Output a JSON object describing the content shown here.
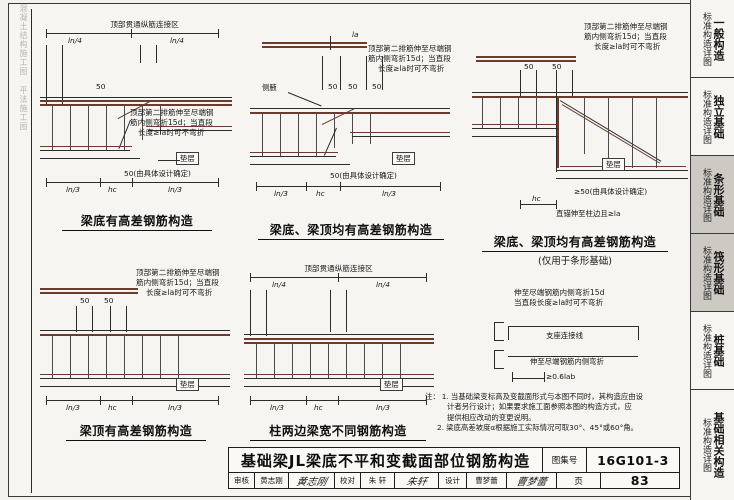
{
  "document": {
    "atlas_label": "图集号",
    "atlas_number": "16G101-3",
    "page_label": "页",
    "page_number": "83",
    "main_title": "基础梁JL梁底不平和变截面部位钢筋构造",
    "spine_text": "混凝土结构施工图 平法施工图"
  },
  "approval": {
    "review_label": "审核",
    "review_name": "黄志刚",
    "review_sign": "黄志刚",
    "check_label": "校对",
    "check_name": "朱 轩",
    "check_sign": "朱轩",
    "design_label": "设计",
    "design_name": "曹梦蕾",
    "design_sign": "曹梦蕾"
  },
  "tabs": [
    {
      "sub": "标准构造详图",
      "main": "一般构造",
      "shaded": false
    },
    {
      "sub": "标准构造详图",
      "main": "独立基础",
      "shaded": false
    },
    {
      "sub": "标准构造详图",
      "main": "条形基础",
      "shaded": true
    },
    {
      "sub": "标准构造详图",
      "main": "筏形基础",
      "shaded": true
    },
    {
      "sub": "标准构造详图",
      "main": "桩基础",
      "shaded": false
    },
    {
      "sub": "标准构造详图",
      "main": "基础相关构造",
      "shaded": false
    }
  ],
  "figures": {
    "f1": {
      "caption": "梁底有高差钢筋构造",
      "note_top": "顶部贯通纵筋连接区",
      "note_left": "顶部第二排筋伸至尽端钢筋内侧弯折15d；当直段\n长度≥la时可不弯折",
      "note_left_l1": "顶部第二排筋伸至尽端钢",
      "note_left_l2": "筋内侧弯折15d；当直段",
      "note_left_l3": "长度≥la时可不弯折",
      "dim_q1": "ln/4",
      "dim_q2": "ln/4",
      "dim_b1": "ln/3",
      "dim_b2": "ln/3",
      "dim_h": "hc",
      "dim_50": "50",
      "cushion": "垫层",
      "note_50": "50(由具体设计确定)"
    },
    "f2": {
      "caption": "梁底、梁顶均有高差钢筋构造",
      "note_right_l1": "顶部第二排筋伸至尽端钢",
      "note_right_l2": "筋内侧弯折15d；当直段",
      "note_right_l3": "长度≥la时可不弯折",
      "side_haunch": "侧腋",
      "dim_la": "la",
      "dim_50a": "50",
      "dim_50b": "50",
      "dim_50c": "50",
      "dim_b1": "ln/3",
      "dim_b2": "ln/3",
      "dim_h": "hc",
      "cushion": "垫层",
      "note_50": "50(由具体设计确定)"
    },
    "f3": {
      "caption": "梁底、梁顶均有高差钢筋构造",
      "subcaption": "(仅用于条形基础)",
      "note_top_l1": "顶部第二排筋伸至尽端钢",
      "note_top_l2": "筋内侧弯折15d；当直段",
      "note_top_l3": "长度≥la时可不弯折",
      "dim_50a": "50",
      "dim_50b": "50",
      "cushion": "垫层",
      "note_50": "≥50(由具体设计确定)",
      "note_anchor": "直锚伸至柱边且≥la",
      "dim_h": "hc"
    },
    "f4": {
      "caption": "梁顶有高差钢筋构造",
      "note_l1": "顶部第二排筋伸至尽端钢",
      "note_l2": "筋内侧弯折15d；当直段",
      "note_l3": "长度≥la时可不弯折",
      "dim_50a": "50",
      "dim_50b": "50",
      "dim_b1": "ln/3",
      "dim_b2": "ln/3",
      "dim_h": "hc",
      "cushion": "垫层"
    },
    "f5": {
      "caption": "柱两边梁宽不同钢筋构造",
      "note_top": "顶部贯通纵筋连接区",
      "dim_q1": "ln/4",
      "dim_q2": "ln/4",
      "dim_b1": "ln/3",
      "dim_b2": "ln/3",
      "dim_h": "hc",
      "cushion": "垫层"
    },
    "f6": {
      "note_l1": "伸至尽端钢筋内侧弯折15d",
      "note_l2": "当直段长度≥la时可不弯折",
      "support_line": "支座连接线",
      "note_bend": "伸至尽端钢筋内侧弯折",
      "dim_lab": "≥0.6lab"
    }
  },
  "notes": {
    "head": "注：",
    "items": [
      {
        "num": "1.",
        "lines": [
          "当基础梁变标高及变截面形式与本图不同时，其构造应由设",
          "计者另行设计；如果要求施工面参照本图的构造方式，应",
          "提供相应改动的变更说明。"
        ]
      },
      {
        "num": "2.",
        "lines": [
          "梁底高差坡度α根据施工实际情况可取30°、45°或60°角。"
        ]
      }
    ]
  }
}
